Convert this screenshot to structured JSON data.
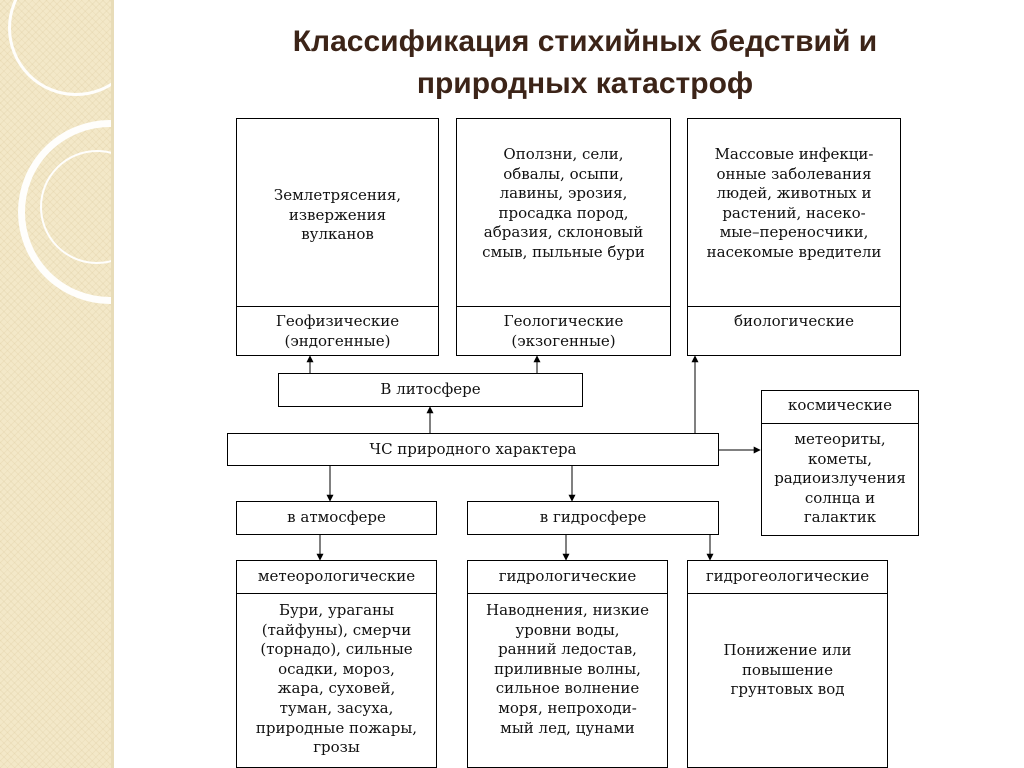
{
  "title": {
    "line1": "Классификация стихийных бедствий и",
    "line2": "природных катастроф"
  },
  "diagram": {
    "root": "ЧС природного характера",
    "lithosphere": "В литосфере",
    "atmosphere": "в атмосфере",
    "hydrosphere": "в гидросфере",
    "geophysical": {
      "content": "Землетрясения,\nизвержения\nвулканов",
      "label": "Геофизические\n(эндогенные)"
    },
    "geological": {
      "content": "Оползни, сели,\nобвалы, осыпи,\nлавины, эрозия,\nпросадка пород,\nабразия, склоновый\nсмыв, пыльные бури",
      "label": "Геологические\n(экзогенные)"
    },
    "biological": {
      "content": "Массовые инфекци-\nонные заболевания\nлюдей,  животных и\nрастений, насеко-\nмые–переносчики,\nнасекомые вредители",
      "label": "биологические"
    },
    "cosmic": {
      "label": "космические",
      "content": "метеориты,\nкометы,\nрадиоизлучения\nсолнца и\nгалактик"
    },
    "meteorological": {
      "label": "метеорологические",
      "content": "Бури, ураганы\n(тайфуны), смерчи\n(торнадо), сильные\nосадки, мороз,\nжара, суховей,\nтуман, засуха,\nприродные пожары,\nгрозы"
    },
    "hydrological": {
      "label": "гидрологические",
      "content": "Наводнения, низкие\nуровни воды,\nранний ледостав,\nприливные волны,\nсильное волнение\nморя, непроходи-\nмый лед, цунами"
    },
    "hydrogeological": {
      "label": "гидрогеологические",
      "content": "Понижение или\nповышение\nгрунтовых вод"
    }
  }
}
